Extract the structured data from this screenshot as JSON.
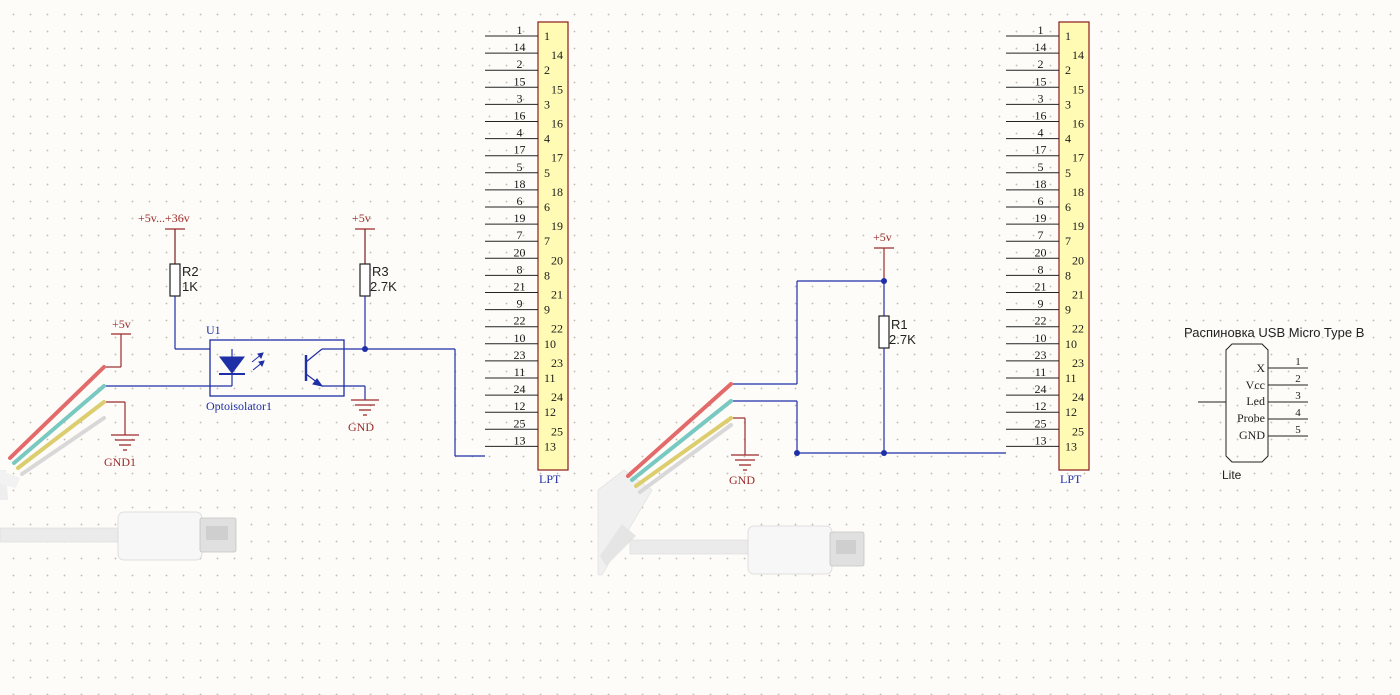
{
  "lpt": {
    "name": "LPT",
    "pins_left": [
      "1",
      "14",
      "2",
      "15",
      "3",
      "16",
      "4",
      "17",
      "5",
      "18",
      "6",
      "19",
      "7",
      "20",
      "8",
      "21",
      "9",
      "22",
      "10",
      "23",
      "11",
      "24",
      "12",
      "25",
      "13"
    ],
    "pins_right": [
      "1",
      "14",
      "2",
      "15",
      "3",
      "16",
      "4",
      "17",
      "5",
      "18",
      "6",
      "19",
      "7",
      "20",
      "8",
      "21",
      "9",
      "22",
      "10",
      "23",
      "11",
      "24",
      "12",
      "25",
      "13"
    ]
  },
  "left_circuit": {
    "supply_r2": "+5v...+36v",
    "r2_ref": "R2",
    "r2_value": "1K",
    "supply_r3": "+5v",
    "r3_ref": "R3",
    "r3_value": "2.7K",
    "supply_cable": "+5v",
    "u1_ref": "U1",
    "u1_name": "Optoisolator1",
    "gnd_u1": "GND",
    "gnd_cable": "GND1"
  },
  "right_circuit": {
    "supply": "+5v",
    "r1_ref": "R1",
    "r1_value": "2.7K",
    "gnd": "GND"
  },
  "usb": {
    "title": "Распиновка USB Micro Type B",
    "pin_names": [
      "X",
      "Vcc",
      "Led",
      "Probe",
      "GND"
    ],
    "pin_numbers": [
      "1",
      "2",
      "3",
      "4",
      "5"
    ],
    "part": "Lite"
  },
  "colors": {
    "wire": "#1f2fa8",
    "power": "#9c2b2b",
    "component": "#7a1e1e",
    "connector_fill": "#fffbb5",
    "connector_border": "#8b1a1a",
    "cable_red": "#e36a6a",
    "cable_teal": "#79c8c2",
    "cable_yellow": "#dccd6e",
    "cable_white": "#d8d8d8"
  }
}
